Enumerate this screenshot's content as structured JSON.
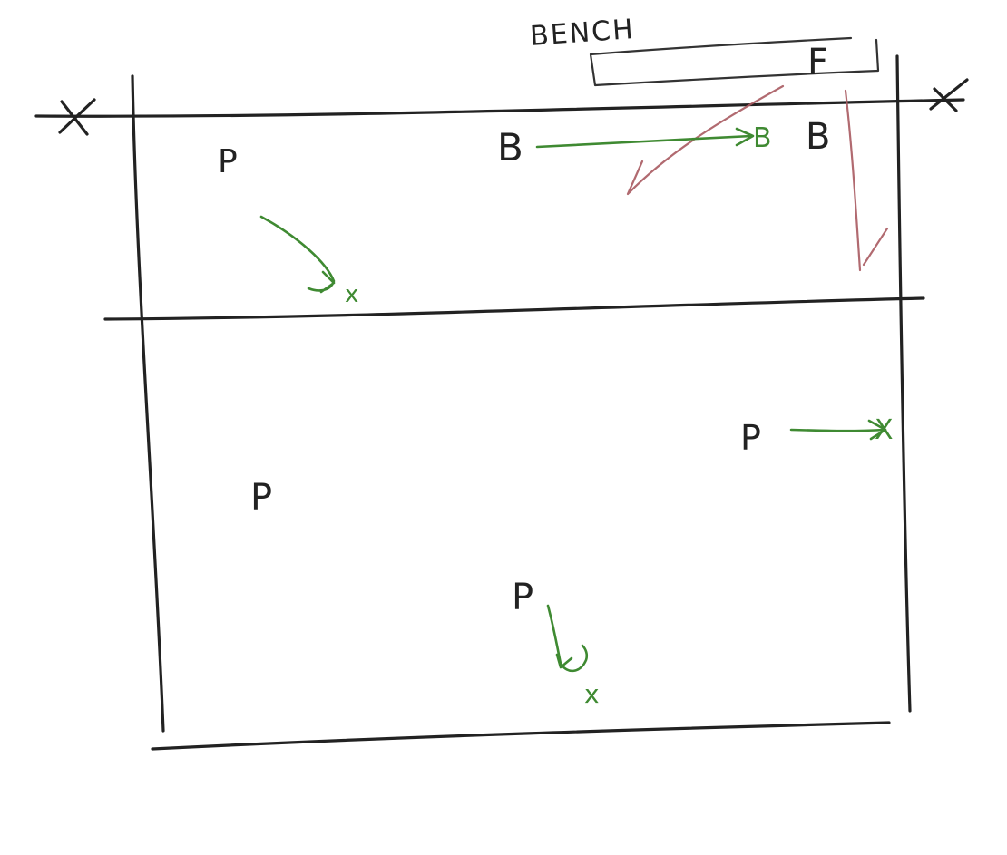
{
  "labels": {
    "bench": "BENCH",
    "bench_marker": "F",
    "ball_1": "B",
    "ball_2": "B",
    "ball_3": "B",
    "player_1": "P",
    "player_2": "P",
    "player_3": "P",
    "player_4": "P",
    "target_1": "x",
    "target_2": "X",
    "target_3": "x",
    "corner_left": "X",
    "corner_right": "X"
  },
  "colors": {
    "ink": "#222222",
    "movement": "#3f8a32",
    "path": "#a85a60",
    "background": "#ffffff"
  }
}
